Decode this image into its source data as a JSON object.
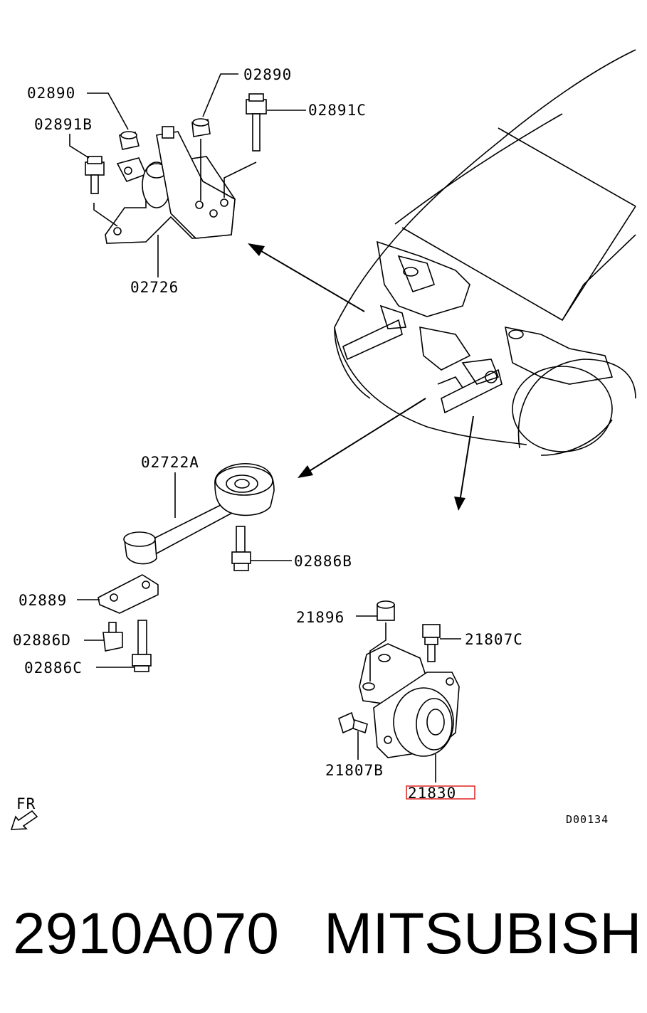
{
  "labels": {
    "p02890_left": "02890",
    "p02890_top": "02890",
    "p02891B": "02891B",
    "p02891C": "02891C",
    "p02726": "02726",
    "p02722A": "02722A",
    "p02886B": "02886B",
    "p02889": "02889",
    "p02886D": "02886D",
    "p02886C": "02886C",
    "p21896": "21896",
    "p21807C": "21807C",
    "p21807B": "21807B",
    "p21830": "21830",
    "fr": "FR",
    "diagram_code": "D00134"
  },
  "footer": {
    "part_number": "2910A070",
    "brand": "MITSUBISHI"
  },
  "colors": {
    "line": "#000000",
    "highlight": "#e02020",
    "background": "#ffffff"
  }
}
